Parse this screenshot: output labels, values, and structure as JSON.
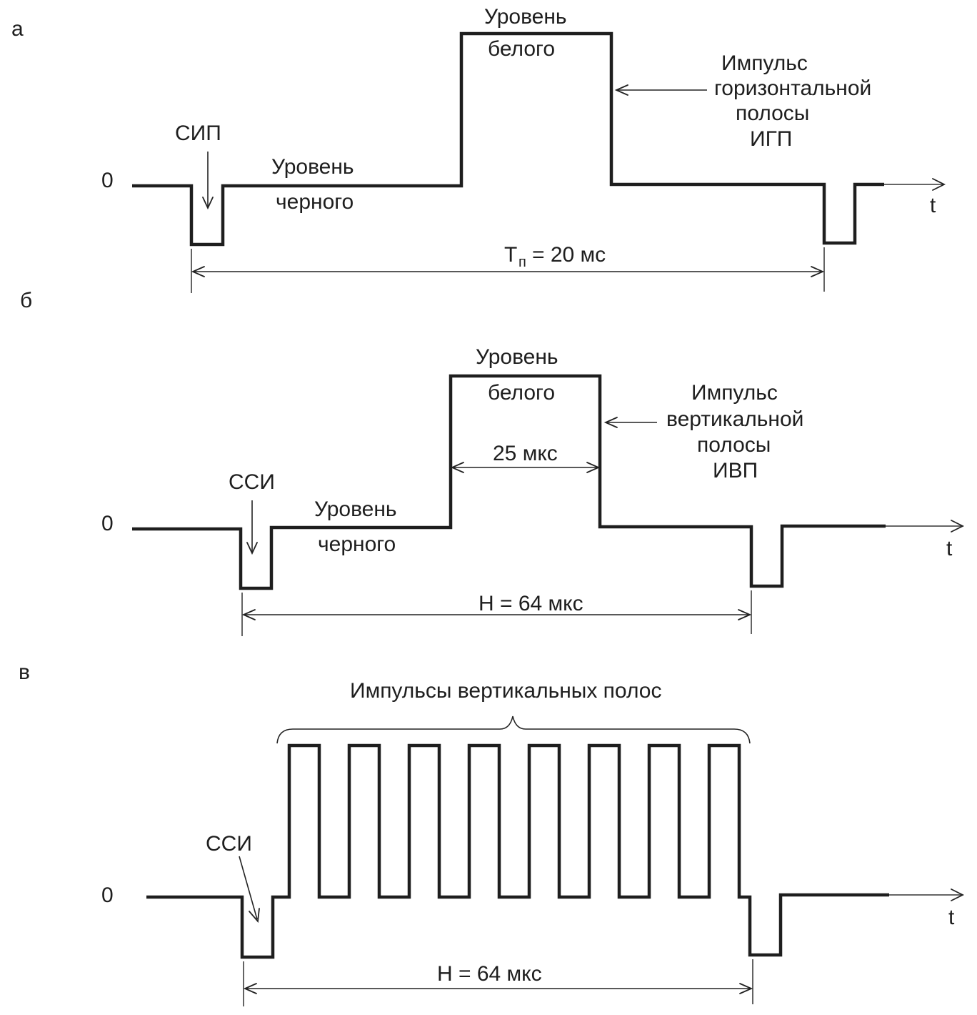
{
  "panel_a": {
    "letter": "а",
    "zero_label": "0",
    "time_label": "t",
    "sync_label": "СИП",
    "black_level": [
      "Уровень",
      "черного"
    ],
    "white_level": [
      "Уровень",
      "белого"
    ],
    "pulse_label": [
      "Импульс",
      "горизонтальной",
      "полосы",
      "ИГП"
    ],
    "period_label": "= 20 мс",
    "period_symbol": "T",
    "period_subscript": "п"
  },
  "panel_b": {
    "letter": "б",
    "zero_label": "0",
    "time_label": "t",
    "sync_label": "ССИ",
    "black_level": [
      "Уровень",
      "черного"
    ],
    "white_level": [
      "Уровень",
      "белого"
    ],
    "pulse_width_label": "25 мкс",
    "pulse_label": [
      "Импульс",
      "вертикальной",
      "полосы",
      "ИВП"
    ],
    "period_label": "H = 64 мкс"
  },
  "panel_c": {
    "letter": "в",
    "zero_label": "0",
    "time_label": "t",
    "sync_label": "ССИ",
    "pulses_label": "Импульсы вертикальных полос",
    "pulse_count": 8,
    "period_label": "H = 64 мкс"
  },
  "colors": {
    "line": "#1e1e1e",
    "background": "#ffffff"
  }
}
